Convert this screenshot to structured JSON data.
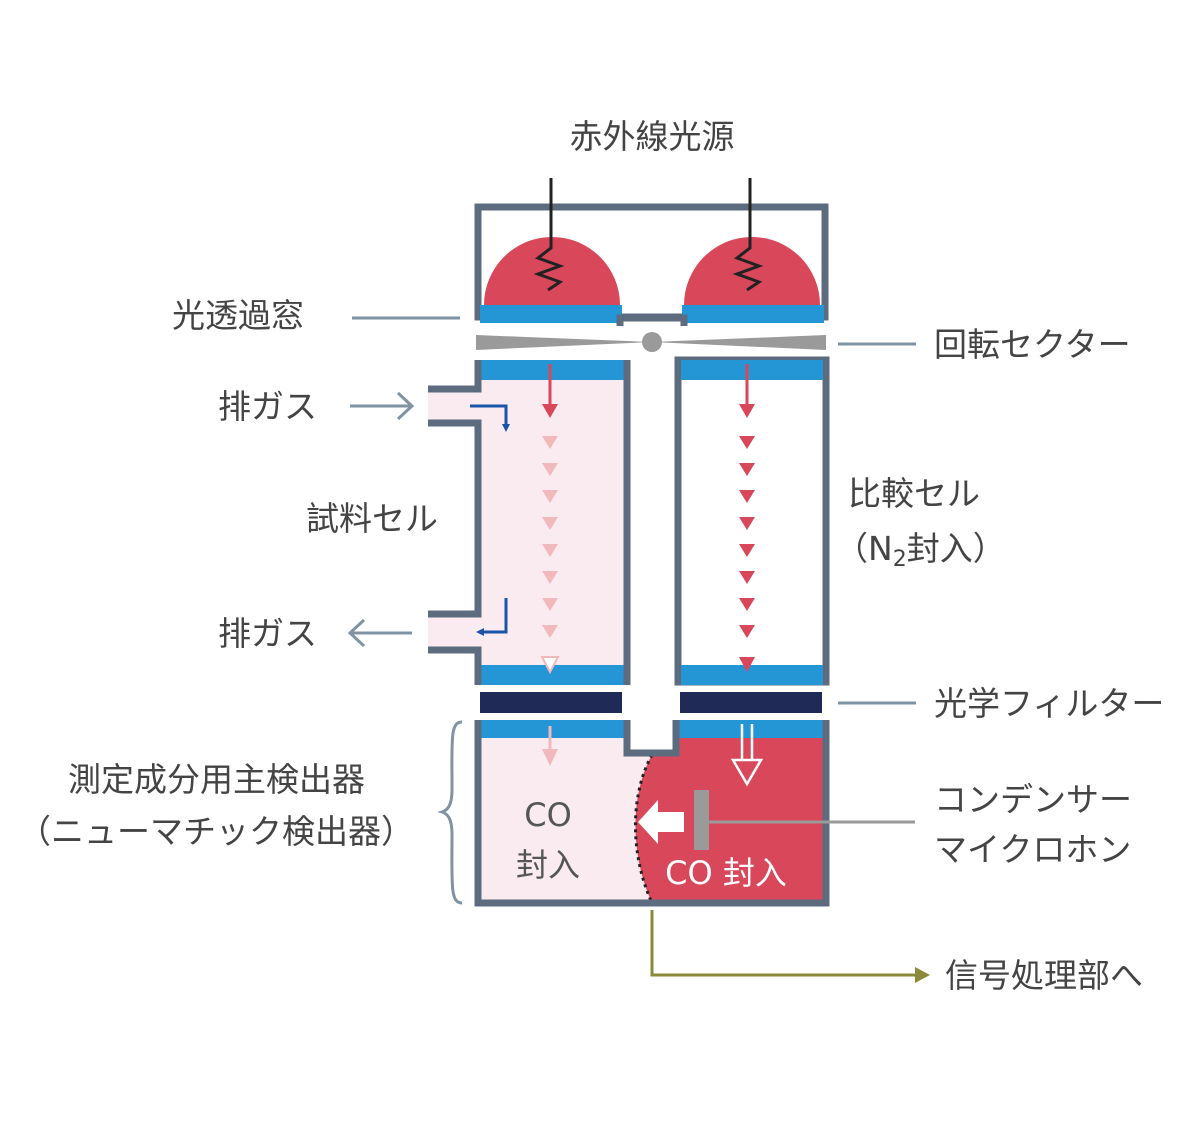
{
  "labels": {
    "ir_source": "赤外線光源",
    "window": "光透過窓",
    "rotating_sector": "回転セクター",
    "exhaust_in": "排ガス",
    "exhaust_out": "排ガス",
    "sample_cell": "試料セル",
    "reference_cell_line1": "比較セル",
    "reference_cell_line2_open": "（N",
    "reference_cell_line2_sub": "2",
    "reference_cell_line2_close": "封入）",
    "optical_filter": "光学フィルター",
    "detector_line1": "測定成分用主検出器",
    "detector_line2": "（ニューマチック検出器）",
    "co_left_line1": "CO",
    "co_left_line2": "封入",
    "co_right": "CO 封入",
    "microphone_line1": "コンデンサー",
    "microphone_line2": "マイクロホン",
    "signal": "信号処理部へ"
  },
  "colors": {
    "frame": "#5c6b7d",
    "window_blue": "#2496d6",
    "source_red": "#d9475a",
    "sample_fill": "#f9ebef",
    "pale_arrow": "#f2b9bd",
    "filter_navy": "#1f2a56",
    "sector_gray": "#9a9a9a",
    "leader_line": "#7f93a3",
    "flow_arrow_blue": "#1a56a8",
    "signal_line": "#8c8a3a"
  },
  "icons": {
    "ir_filament": "zigzag-filament-icon",
    "flow_in": "flow-arrow-right-icon",
    "flow_out": "flow-arrow-left-icon",
    "diaphragm_push": "white-arrow-left-icon",
    "signal_output": "arrow-right-icon"
  }
}
